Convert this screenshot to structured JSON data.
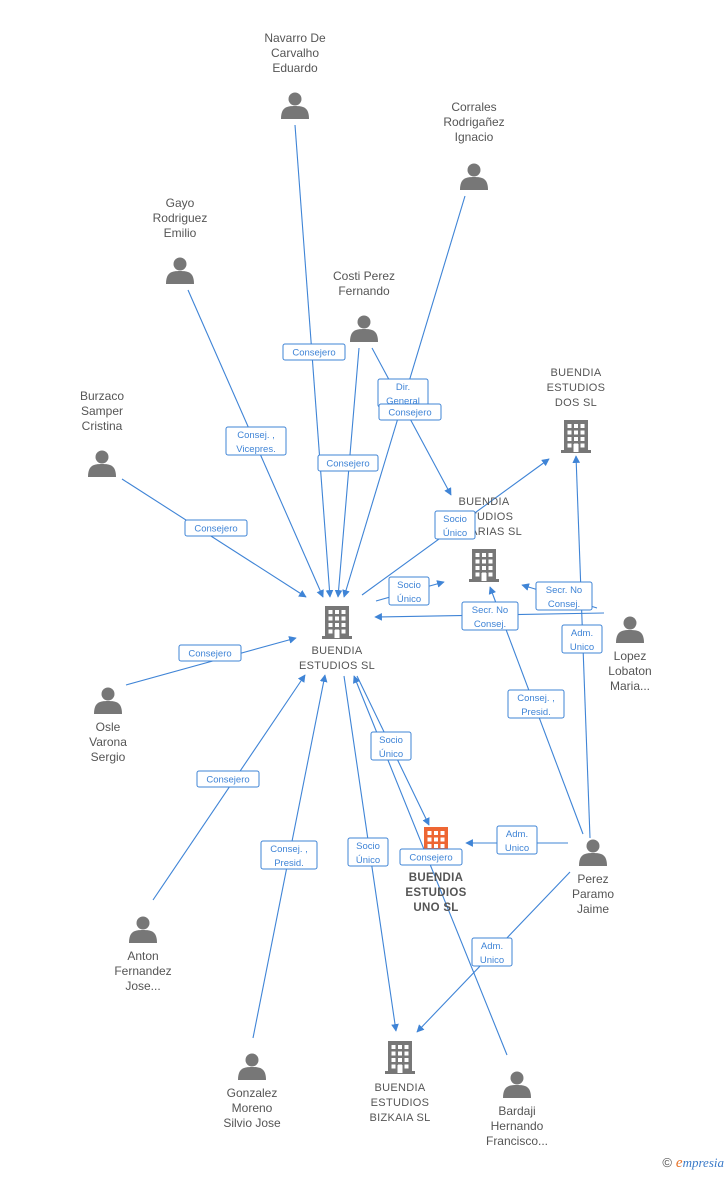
{
  "people": [
    {
      "id": "navarro",
      "label": [
        "Navarro De",
        "Carvalho",
        "Eduardo"
      ]
    },
    {
      "id": "corrales",
      "label": [
        "Corrales",
        "Rodrigañez",
        "Ignacio"
      ]
    },
    {
      "id": "gayo",
      "label": [
        "Gayo",
        "Rodriguez",
        "Emilio"
      ]
    },
    {
      "id": "costi",
      "label": [
        "Costi Perez",
        "Fernando"
      ]
    },
    {
      "id": "burzaco",
      "label": [
        "Burzaco",
        "Samper",
        "Cristina"
      ]
    },
    {
      "id": "osle",
      "label": [
        "Osle",
        "Varona",
        "Sergio"
      ]
    },
    {
      "id": "lopez",
      "label": [
        "Lopez",
        "Lobaton",
        "Maria..."
      ]
    },
    {
      "id": "perez",
      "label": [
        "Perez",
        "Paramo",
        "Jaime"
      ]
    },
    {
      "id": "anton",
      "label": [
        "Anton",
        "Fernandez",
        "Jose..."
      ]
    },
    {
      "id": "gonzalez",
      "label": [
        "Gonzalez",
        "Moreno",
        "Silvio Jose"
      ]
    },
    {
      "id": "bardaji",
      "label": [
        "Bardaji",
        "Hernando",
        "Francisco..."
      ]
    }
  ],
  "companies": [
    {
      "id": "main",
      "label": [
        "BUENDIA",
        "ESTUDIOS  SL"
      ],
      "color": "#777777",
      "bold": false
    },
    {
      "id": "dos",
      "label": [
        "BUENDIA",
        "ESTUDIOS",
        "DOS  SL"
      ],
      "color": "#777777",
      "bold": false
    },
    {
      "id": "canarias",
      "label": [
        "BUENDIA",
        "ESTUDIOS",
        "CANARIAS  SL"
      ],
      "color": "#777777",
      "bold": false
    },
    {
      "id": "uno",
      "label": [
        "BUENDIA",
        "ESTUDIOS",
        "UNO  SL"
      ],
      "color": "#ee6633",
      "bold": true
    },
    {
      "id": "bizkaia",
      "label": [
        "BUENDIA",
        "ESTUDIOS",
        "BIZKAIA  SL"
      ],
      "color": "#777777",
      "bold": false
    }
  ],
  "edges": [
    {
      "from": "navarro",
      "to": "main",
      "label": [
        "Consejero"
      ]
    },
    {
      "from": "corrales",
      "to": "main",
      "label": [
        "Dir.",
        "General"
      ]
    },
    {
      "from": "gayo",
      "to": "main",
      "label": [
        "Consej. ,",
        "Vicepres."
      ]
    },
    {
      "from": "costi",
      "to": "main",
      "label": [
        "Consejero"
      ]
    },
    {
      "from": "costi",
      "to": "canarias",
      "label": [
        "Consejero"
      ]
    },
    {
      "from": "burzaco",
      "to": "main",
      "label": [
        "Consejero"
      ]
    },
    {
      "from": "osle",
      "to": "main",
      "label": [
        "Consejero"
      ]
    },
    {
      "from": "main",
      "to": "dos",
      "label": [
        "Socio",
        "Único"
      ]
    },
    {
      "from": "main",
      "to": "canarias",
      "label": [
        "Socio",
        "Único"
      ]
    },
    {
      "from": "lopez",
      "to": "main",
      "label": [
        "Secr.  No",
        "Consej."
      ]
    },
    {
      "from": "lopez",
      "to": "canarias",
      "label": [
        "Secr.  No",
        "Consej."
      ]
    },
    {
      "from": "perez",
      "to": "dos",
      "label": [
        "Adm.",
        "Unico"
      ]
    },
    {
      "from": "perez",
      "to": "canarias",
      "label": [
        "Consej. ,",
        "Presid."
      ]
    },
    {
      "from": "main",
      "to": "uno",
      "label": [
        "Socio",
        "Único"
      ]
    },
    {
      "from": "perez",
      "to": "uno",
      "label": [
        "Adm.",
        "Unico"
      ]
    },
    {
      "from": "perez",
      "to": "bizkaia",
      "label": [
        "Adm.",
        "Unico"
      ]
    },
    {
      "from": "bardaji",
      "to": "main",
      "label": [
        "Consejero"
      ]
    },
    {
      "from": "anton",
      "to": "main",
      "label": [
        "Consejero"
      ]
    },
    {
      "from": "gonzalez",
      "to": "main",
      "label": [
        "Consej. ,",
        "Presid."
      ]
    },
    {
      "from": "main",
      "to": "bizkaia",
      "label": [
        "Socio",
        "Único"
      ]
    }
  ],
  "footer": {
    "copyright": "©",
    "brand_initial": "e",
    "brand_rest": "mpresia"
  }
}
